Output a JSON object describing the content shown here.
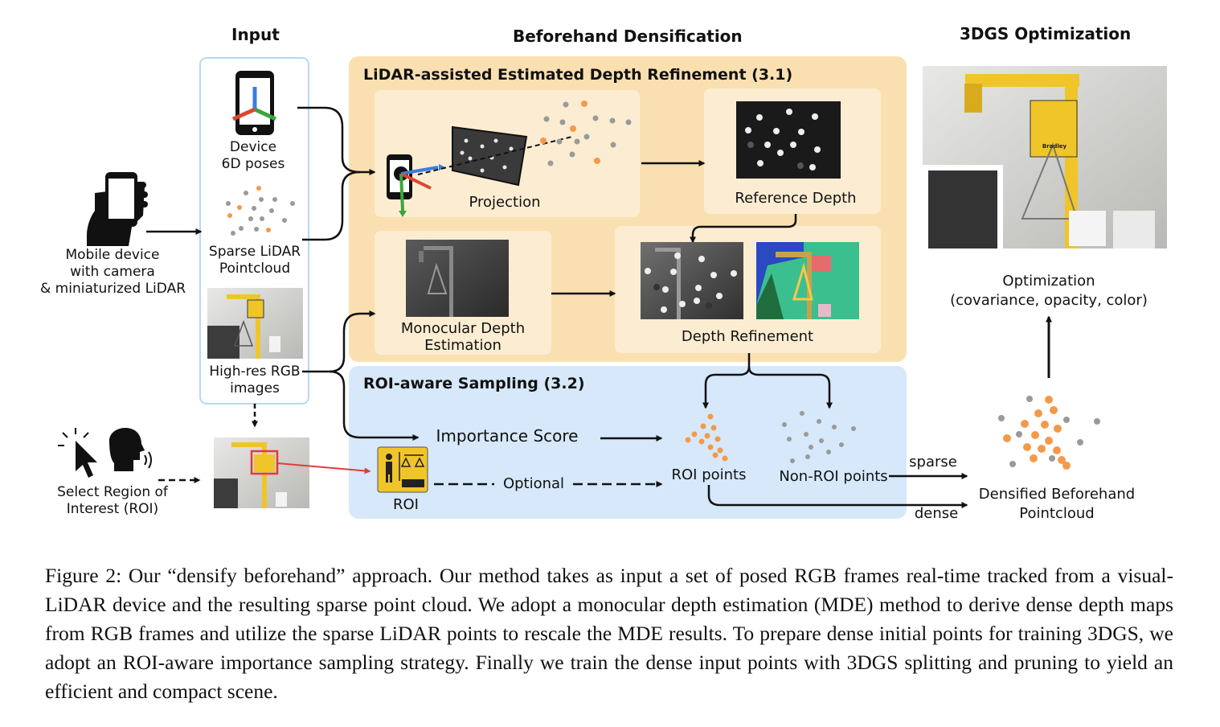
{
  "headers": {
    "input": "Input",
    "densification": "Beforehand Densification",
    "optimization": "3DGS Optimization"
  },
  "input": {
    "device_poses": [
      "Device",
      "6D poses"
    ],
    "sparse_lidar": [
      "Sparse LiDAR",
      "Pointcloud"
    ],
    "rgb_images": [
      "High-res RGB",
      "images"
    ],
    "mobile_device": [
      "Mobile device",
      "with camera",
      "& miniaturized LiDAR"
    ],
    "select_roi": [
      "Select Region of",
      "Interest (ROI)"
    ]
  },
  "refinement": {
    "title": "LiDAR-assisted Estimated Depth Refinement (3.1)",
    "projection": "Projection",
    "reference_depth": "Reference Depth",
    "monocular_depth": [
      "Monocular Depth",
      "Estimation"
    ],
    "depth_refinement": "Depth Refinement"
  },
  "sampling": {
    "title": "ROI-aware Sampling (3.2)",
    "importance_score": "Importance Score",
    "roi": "ROI",
    "optional": "Optional",
    "roi_points": "ROI points",
    "non_roi_points": "Non-ROI points"
  },
  "output": {
    "sparse": "sparse",
    "dense": "dense",
    "densified": [
      "Densified Beforehand",
      "Pointcloud"
    ],
    "optimization": [
      "Optimization",
      "(covariance, opacity, color)"
    ],
    "sign_text": "Bradley"
  },
  "caption": "Figure 2: Our “densify beforehand” approach. Our method takes as input a set of posed RGB frames real-time tracked from a visual-LiDAR device and the resulting sparse point cloud. We adopt a monocular depth estimation (MDE) method to derive dense depth maps from RGB frames and utilize the sparse LiDAR points to rescale the MDE results. To prepare dense initial points for training 3DGS, we adopt an ROI-aware importance sampling strategy. Finally we train the dense input points with 3DGS splitting and pruning to yield an efficient and compact scene.",
  "colors": {
    "orange_panel": "#fae0b0",
    "orange_inner": "#fcedd2",
    "blue_panel": "#d6e8fa",
    "input_border": "#b9d8ef",
    "orange_point": "#f39a4a",
    "gray_point": "#9a9a9a",
    "yellow": "#f0c52a",
    "arrow": "#111111",
    "red": "#e23b3b"
  },
  "icons": [
    "phone-axes-icon",
    "hand-phone-icon",
    "cursor-click-icon",
    "speaking-head-icon"
  ]
}
